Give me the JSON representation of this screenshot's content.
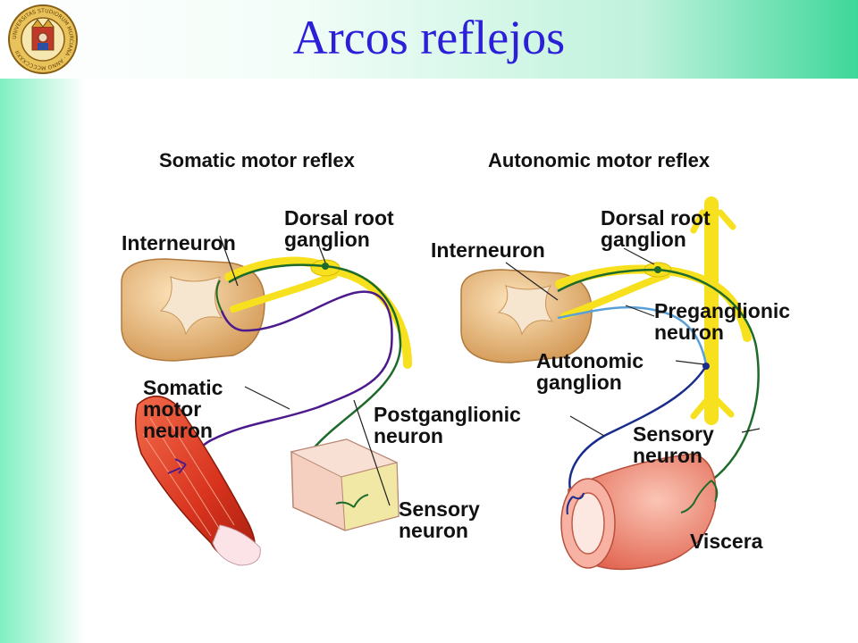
{
  "slide": {
    "title": "Arcos reflejos",
    "seal_text": "UNIVERSITAS STUDIORUM MURCIANA · ANNO MCCCCXXXII"
  },
  "diagram": {
    "left_panel": {
      "heading": "Somatic motor reflex",
      "labels": {
        "dorsal_root_ganglion": "Dorsal root\nganglion",
        "interneuron": "Interneuron",
        "somatic_motor_neuron": "Somatic\nmotor\nneuron",
        "sensory_neuron": "Sensory\nneuron"
      }
    },
    "right_panel": {
      "heading": "Autonomic motor reflex",
      "labels": {
        "dorsal_root_ganglion": "Dorsal root\nganglion",
        "interneuron": "Interneuron",
        "preganglionic_neuron": "Preganglionic\nneuron",
        "autonomic_ganglion": "Autonomic\nganglion",
        "postganglionic_neuron": "Postganglionic\nneuron",
        "sensory_neuron": "Sensory\nneuron",
        "viscera": "Viscera"
      }
    }
  },
  "colors": {
    "title": "#2c1fd8",
    "header_accent": "#3ed79a",
    "nerve": "#f7e01e",
    "sensory_fiber": "#1d6b2a",
    "motor_fiber": "#4b1a8c",
    "preganglionic_fiber": "#5aa0d8",
    "postganglionic_fiber": "#1a2c8c",
    "spinal_cord": "#f2c98e",
    "muscle": "#e0432a",
    "viscera": "#ef7b68"
  }
}
